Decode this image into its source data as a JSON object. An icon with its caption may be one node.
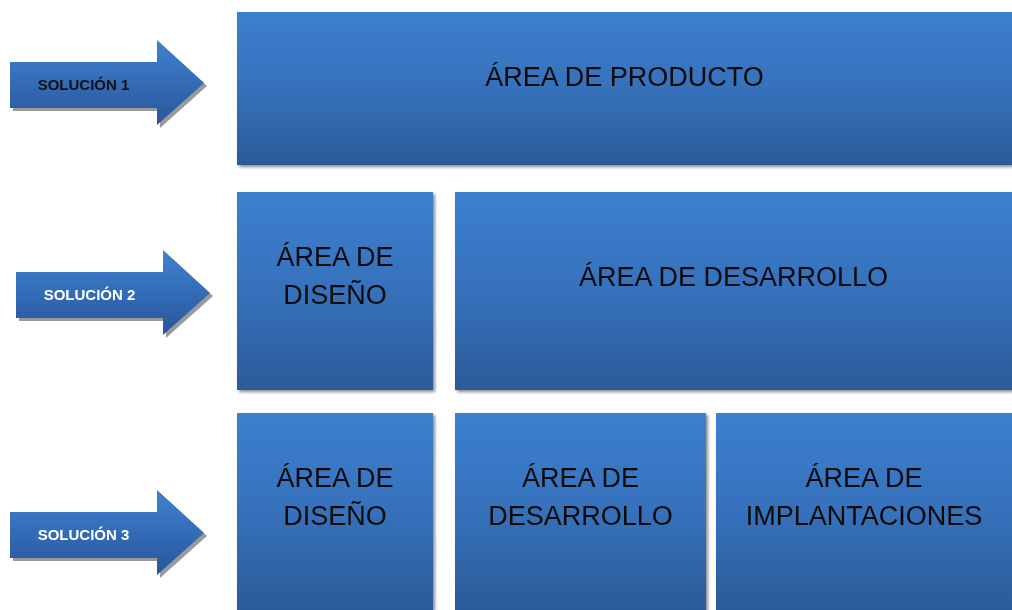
{
  "diagram": {
    "nodes": [
      {
        "text": [
          "SOLUCIÓN 1"
        ]
      },
      {
        "text": [
          "ÁREA DE PRODUCTO"
        ]
      },
      {
        "text": [
          "SOLUCIÓN 2"
        ]
      },
      {
        "text": [
          "ÁREA DE DISEÑO"
        ]
      },
      {
        "text": [
          "ÁREA DE DESARROLLO"
        ]
      },
      {
        "text": [
          "SOLUCIÓN 3"
        ]
      },
      {
        "text": [
          "ÁREA DE DISEÑO"
        ]
      },
      {
        "text": [
          "ÁREA DE DESARROLLO"
        ]
      },
      {
        "text": [
          "ÁREA DE IMPLANTACIONES"
        ]
      }
    ]
  }
}
